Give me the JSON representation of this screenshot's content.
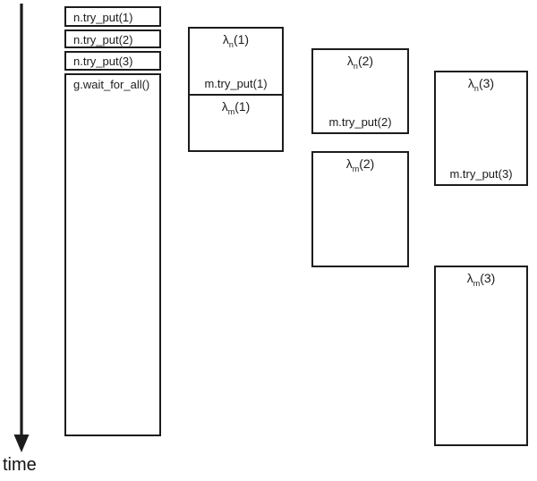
{
  "time_axis": {
    "label": "time"
  },
  "main_column": {
    "try_put_calls": [
      "n.try_put(1)",
      "n.try_put(2)",
      "n.try_put(3)"
    ],
    "wait_call": "g.wait_for_all()"
  },
  "tasks": {
    "lambda_n_1": {
      "symbol": "λ",
      "sub": "n",
      "args": "(1)",
      "body": "m.try_put(1)"
    },
    "lambda_m_1": {
      "symbol": "λ",
      "sub": "m",
      "args": "(1)"
    },
    "lambda_n_2": {
      "symbol": "λ",
      "sub": "n",
      "args": "(2)",
      "body": "m.try_put(2)"
    },
    "lambda_m_2": {
      "symbol": "λ",
      "sub": "m",
      "args": "(2)"
    },
    "lambda_n_3": {
      "symbol": "λ",
      "sub": "n",
      "args": "(3)",
      "body": "m.try_put(3)"
    },
    "lambda_m_3": {
      "symbol": "λ",
      "sub": "m",
      "args": "(3)"
    }
  },
  "colors": {
    "line": "#1c1c1c",
    "background": "#ffffff"
  }
}
